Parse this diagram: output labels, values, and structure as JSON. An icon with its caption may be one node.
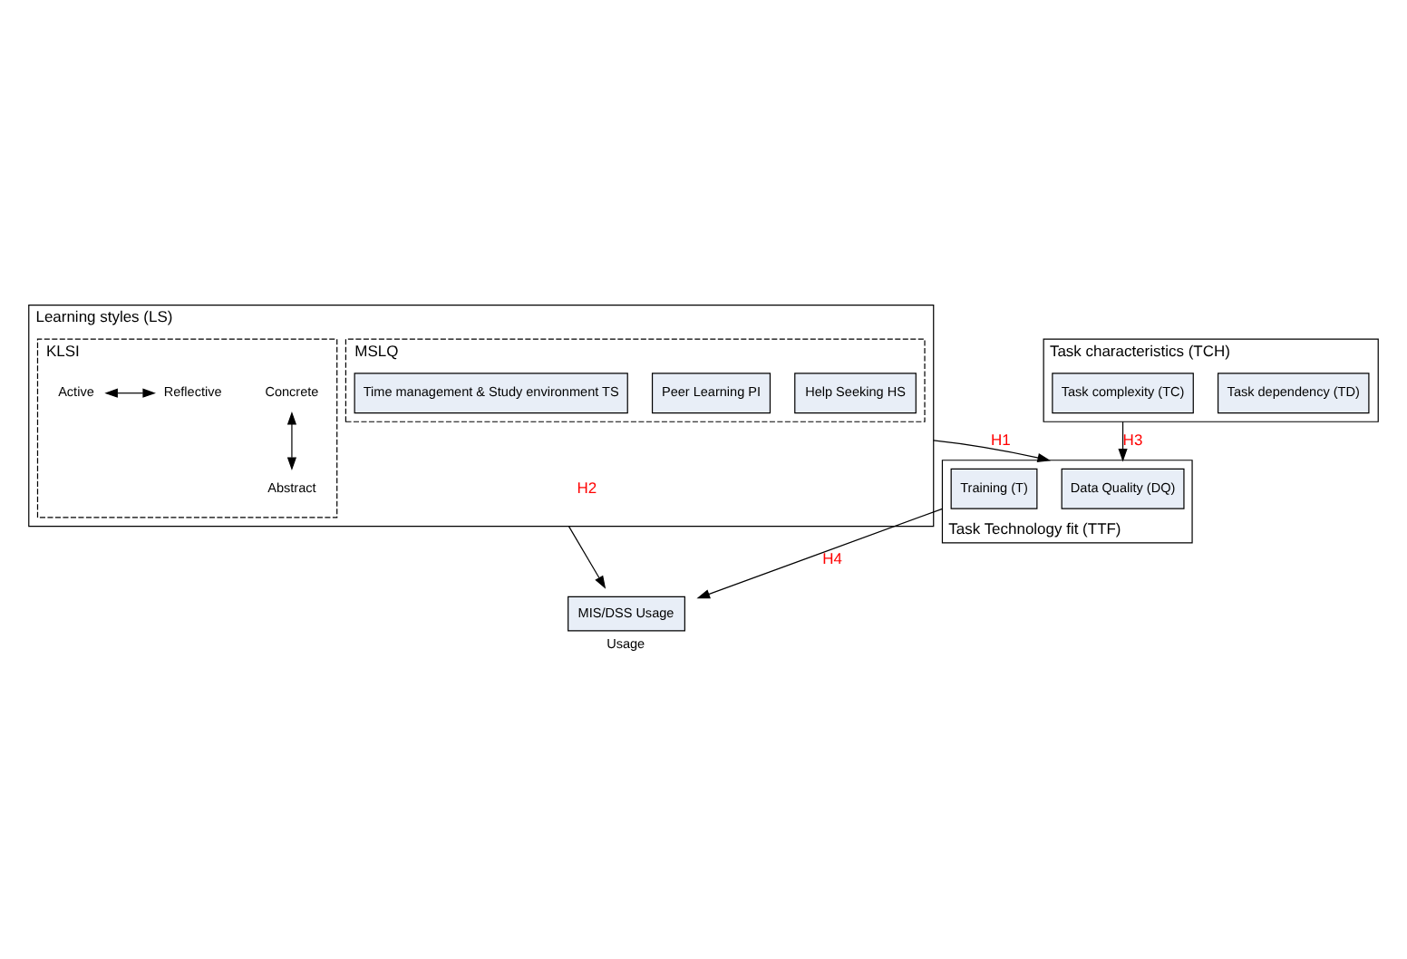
{
  "diagram": {
    "nodes": [
      {
        "text": [
          "Learning styles (LS)"
        ]
      },
      {
        "text": [
          "KLSI"
        ],
        "in": 0
      },
      {
        "text": [
          "Concrete"
        ],
        "in": 1
      },
      {
        "text": [
          "Active"
        ],
        "in": 1
      },
      {
        "text": [
          "Reflective"
        ],
        "in": 1
      },
      {
        "text": [
          "Abstract"
        ],
        "in": 1
      },
      {
        "text": [
          "MSLQ"
        ],
        "in": 0
      },
      {
        "text": [
          "Help Seeking HS"
        ],
        "in": 6
      },
      {
        "text": [
          "Peer Learning PI"
        ],
        "in": 6
      },
      {
        "text": [
          "Time management & Study environment TS"
        ],
        "in": 6
      },
      {
        "text": [
          "Task characteristics (TCH)"
        ]
      },
      {
        "text": [
          "Task dependency (TD)"
        ],
        "in": 10
      },
      {
        "text": [
          "Task complexity (TC)"
        ],
        "in": 10
      },
      {
        "text": [
          "Task Technology fit (TTF)"
        ]
      },
      {
        "text": [
          "Data Quality (DQ)"
        ],
        "in": 13
      },
      {
        "text": [
          "Training (T)"
        ],
        "in": 13
      },
      {
        "text": [
          "MIS/DSS Usage"
        ],
        "beside": [
          "Usage"
        ]
      }
    ],
    "edges": [
      {
        "from": 2,
        "to": 5,
        "arrow": "both"
      },
      {
        "from": 3,
        "to": 4,
        "arrow": "both"
      },
      {
        "from": 0,
        "to": 13,
        "arrow": "to",
        "label": "H1"
      },
      {
        "from": 0,
        "to": 16,
        "arrow": "to",
        "label": "H2"
      },
      {
        "from": 10,
        "to": 13,
        "arrow": "to",
        "label": "H3"
      },
      {
        "from": 13,
        "to": 16,
        "arrow": "to",
        "label": "H4"
      }
    ]
  }
}
